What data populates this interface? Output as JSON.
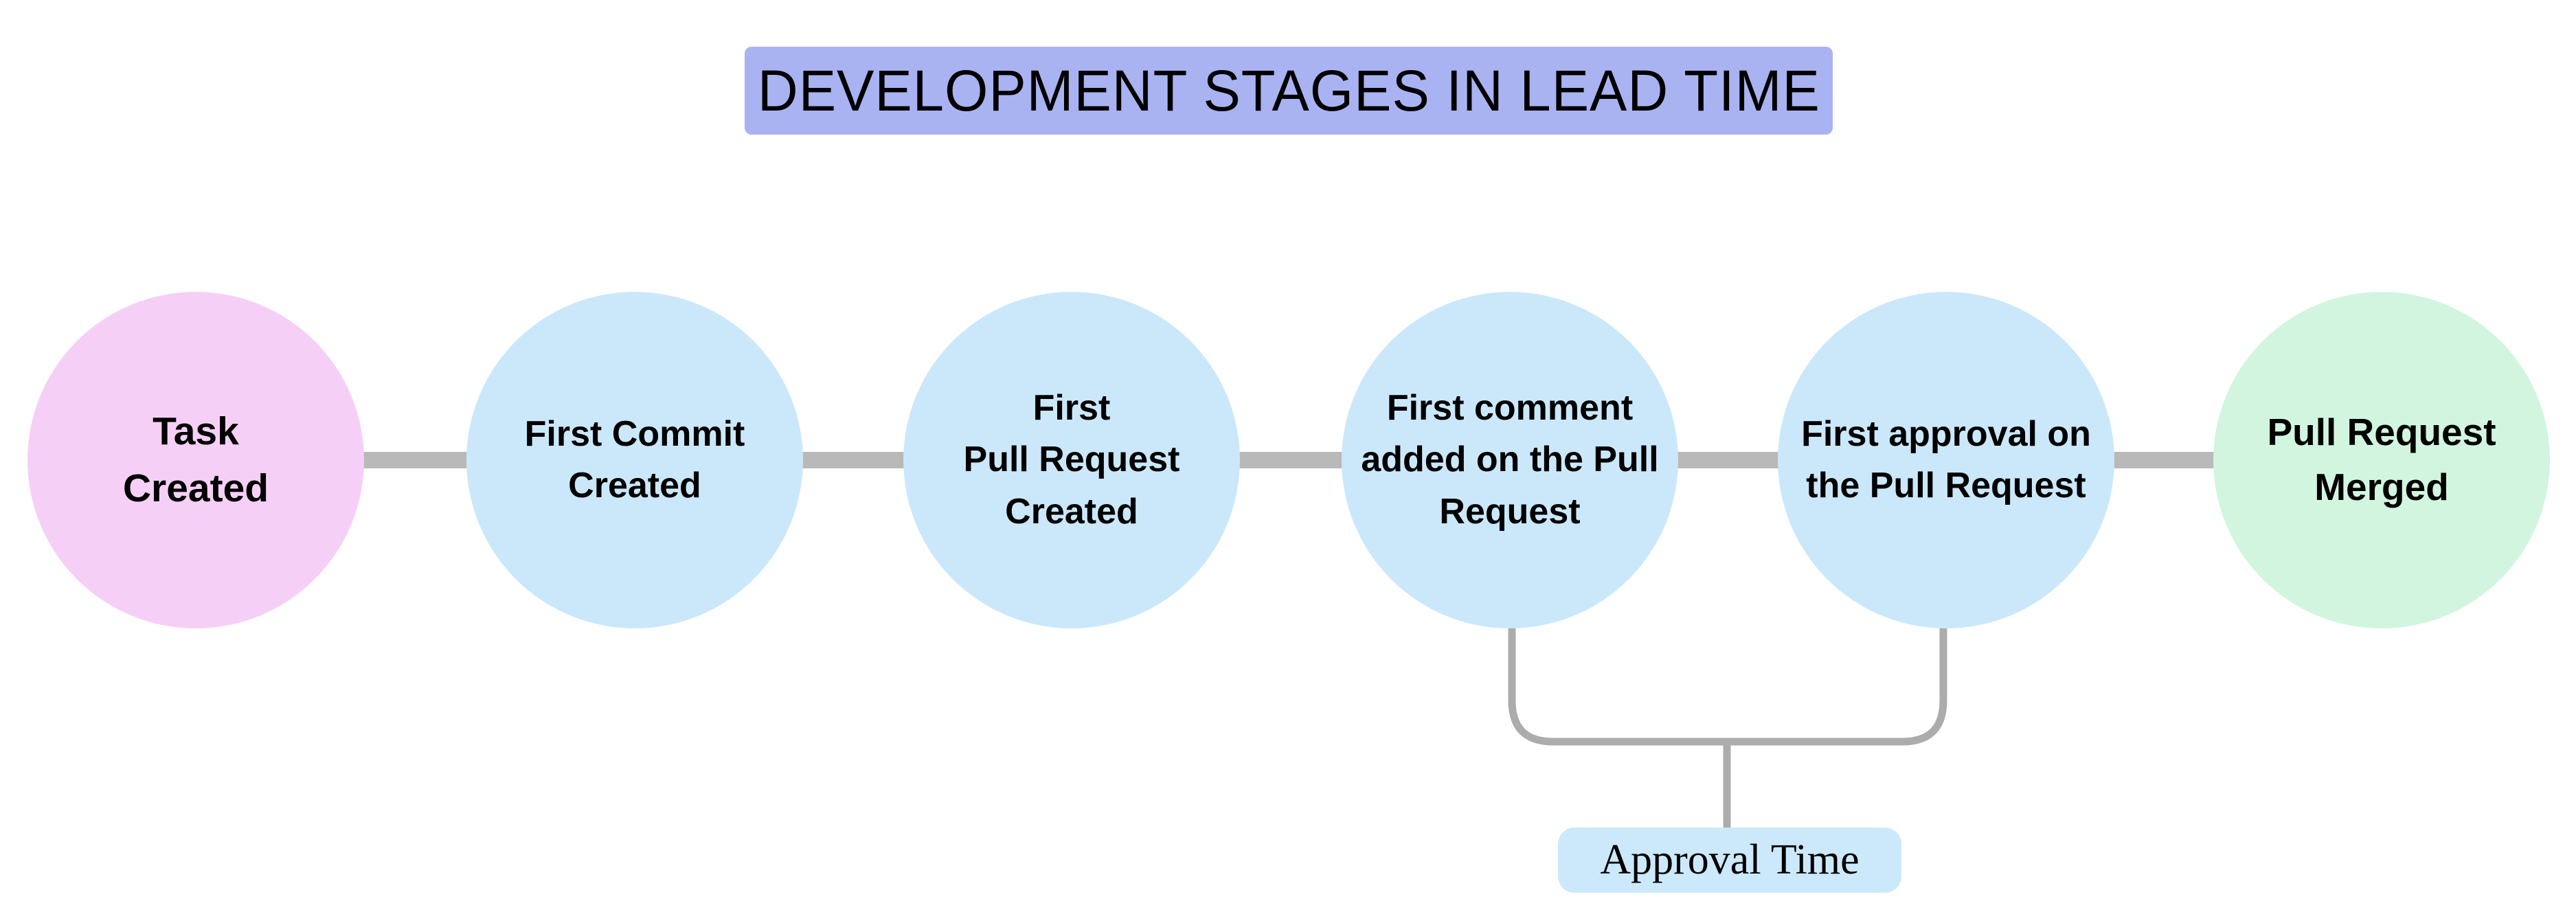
{
  "title": {
    "text": "DEVELOPMENT STAGES IN LEAD TIME"
  },
  "stages": [
    {
      "id": "task-created",
      "label": "Task\nCreated",
      "fill": "#f6cff7"
    },
    {
      "id": "first-commit-created",
      "label": "First Commit\nCreated",
      "fill": "#cbe8fb"
    },
    {
      "id": "first-pull-request-created",
      "label": "First\nPull Request\nCreated",
      "fill": "#cbe8fb"
    },
    {
      "id": "first-comment-added",
      "label": "First comment\nadded on the Pull\nRequest",
      "fill": "#cbe8fb"
    },
    {
      "id": "first-approval",
      "label": "First approval on\nthe Pull Request",
      "fill": "#cbe8fb"
    },
    {
      "id": "pull-request-merged",
      "label": "Pull Request\nMerged",
      "fill": "#d2f5df"
    }
  ],
  "annotation": {
    "label": "Approval Time",
    "fill": "#cce9fc",
    "connects_stages": [
      4,
      5
    ]
  },
  "colors": {
    "background": "#ffffff",
    "title_banner": "#aab3f1",
    "connector": "#b9b9b9",
    "bracket": "#acacac",
    "text": "#000000"
  }
}
